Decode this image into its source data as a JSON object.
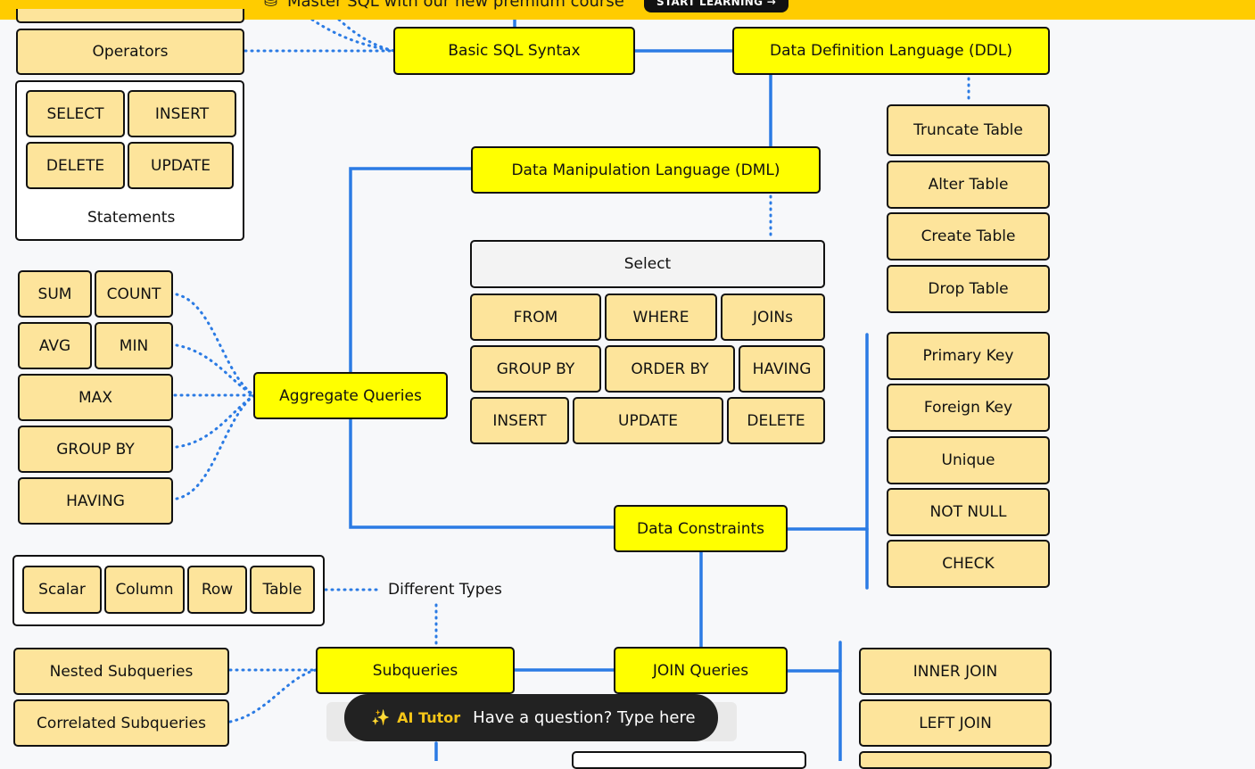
{
  "banner": {
    "text": "Master SQL with our new premium course",
    "button": "START LEARNING →",
    "icon": "database-icon"
  },
  "roadmap": {
    "operators": "Operators",
    "basic_sql_syntax": "Basic SQL Syntax",
    "ddl": "Data Definition Language (DDL)",
    "dml": "Data Manipulation Language (DML)",
    "statements": {
      "label": "Statements",
      "items": [
        "SELECT",
        "INSERT",
        "DELETE",
        "UPDATE"
      ]
    },
    "ddl_items": [
      "Truncate Table",
      "Alter Table",
      "Create Table",
      "Drop Table"
    ],
    "select_group": {
      "title": "Select",
      "row1": [
        "FROM",
        "WHERE",
        "JOINs"
      ],
      "row2": [
        "GROUP BY",
        "ORDER BY",
        "HAVING"
      ],
      "row3": [
        "INSERT",
        "UPDATE",
        "DELETE"
      ]
    },
    "aggregate_queries": "Aggregate Queries",
    "aggregate_items": [
      "SUM",
      "COUNT",
      "AVG",
      "MIN",
      "MAX",
      "GROUP BY",
      "HAVING"
    ],
    "data_constraints": "Data Constraints",
    "constraint_items": [
      "Primary Key",
      "Foreign Key",
      "Unique",
      "NOT NULL",
      "CHECK"
    ],
    "subquery_types": {
      "label": "Different Types",
      "items": [
        "Scalar",
        "Column",
        "Row",
        "Table"
      ]
    },
    "subqueries": "Subqueries",
    "subquery_items": [
      "Nested Subqueries",
      "Correlated Subqueries"
    ],
    "join_queries": "JOIN Queries",
    "join_items": [
      "INNER JOIN",
      "LEFT JOIN"
    ]
  },
  "ai_tutor": {
    "name": "AI Tutor",
    "placeholder": "Have a question? Type here",
    "icon": "magic-wand-icon"
  },
  "colors": {
    "primary_node": "#ffff00",
    "secondary_node": "#fde49b",
    "connector": "#2b7be4",
    "banner": "#ffcc00"
  }
}
